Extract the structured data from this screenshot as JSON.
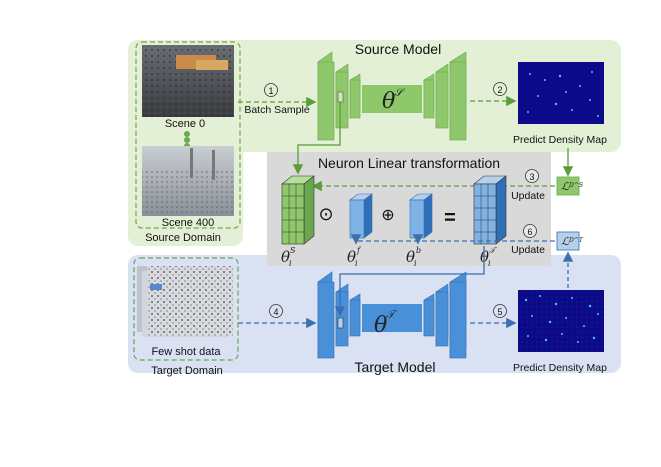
{
  "source": {
    "title": "Source Model",
    "domain_label": "Source Domain",
    "scene_top": "Scene 0",
    "scene_bottom": "Scene 400",
    "batch_sample": "Batch Sample",
    "theta": "θ",
    "theta_sup": "𝒮",
    "predict_label": "Predict Density Map"
  },
  "target": {
    "title": "Target Model",
    "domain_label": "Target Domain",
    "few_shot": "Few shot data",
    "theta": "θ",
    "theta_sup": "𝒯",
    "predict_label": "Predict Density Map"
  },
  "nlt": {
    "title": "Neuron Linear transformation",
    "update_top": "Update",
    "update_bottom": "Update",
    "op_dot": "⊙",
    "op_plus": "⊕",
    "op_eq": "=",
    "theta_s": "θ",
    "theta_s_sub": "i",
    "theta_s_sup": "S",
    "theta_f": "θ",
    "theta_f_sub": "i",
    "theta_f_sup": "f",
    "theta_b": "θ",
    "theta_b_sub": "i",
    "theta_b_sup": "b",
    "theta_t": "θ",
    "theta_t_sub": "i",
    "theta_t_sup": "𝒯",
    "loss_s": "ℒ",
    "loss_s_sup": "D^S",
    "loss_t": "ℒ",
    "loss_t_sup": "D^T"
  },
  "steps": [
    "①",
    "②",
    "③",
    "④",
    "⑤",
    "⑥"
  ],
  "colors": {
    "green_bg": "#e3f0d5",
    "green_cnn": "#8fc86a",
    "green_dark": "#6aa84f",
    "blue_bg": "#d9e1f2",
    "blue_cnn": "#4a90d9",
    "blue_dark": "#2f6fb5",
    "gray_bg": "#d9d9d9",
    "density_bg": "#0a0a8a"
  }
}
